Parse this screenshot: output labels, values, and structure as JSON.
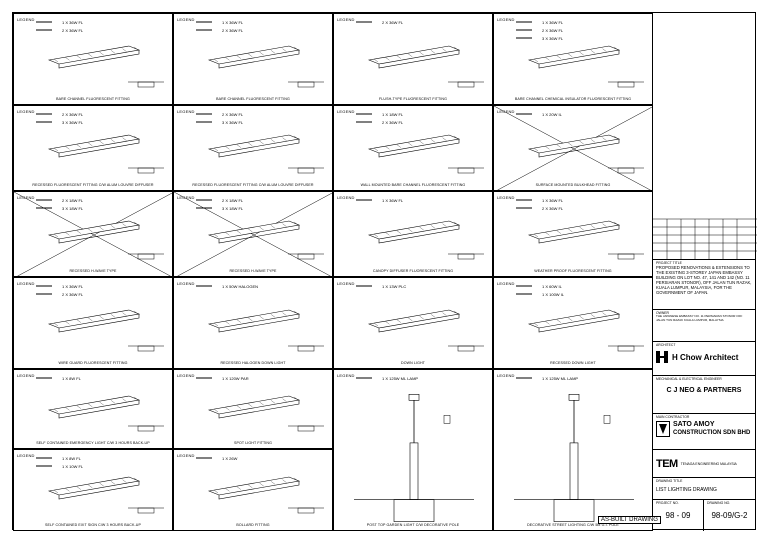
{
  "grid": {
    "legend_word": "LEGEND",
    "cells": [
      {
        "specs": [
          "1 X 36W FL",
          "2 X 36W FL"
        ],
        "caption": "BARE CHANNEL FLUORESCENT FITTING"
      },
      {
        "specs": [
          "1 X 36W FL",
          "2 X 36W FL"
        ],
        "caption": "BARE CHANNEL FLUORESCENT FITTING"
      },
      {
        "specs": [
          "2 X 36W FL"
        ],
        "caption": "FLUSH-TYPE FLUORESCENT FITTING"
      },
      {
        "specs": [
          "1 X 36W FL",
          "2 X 36W FL",
          "3 X 36W FL"
        ],
        "caption": "BARE CHANNEL CHEMICAL INSULATOR FLUORESCENT FITTING"
      },
      {
        "specs": [
          "2 X 36W FL",
          "3 X 36W FL"
        ],
        "caption": "RECESSED FLUORESCENT FITTING C/W ALUM LOUVRE DIFFUSER"
      },
      {
        "specs": [
          "2 X 36W FL",
          "3 X 36W FL"
        ],
        "caption": "RECESSED FLUORESCENT FITTING C/W ALUM LOUVRE DIFFUSER"
      },
      {
        "specs": [
          "1 X 18W FL",
          "2 X 36W FL"
        ],
        "caption": "WALL MOUNTED BARE CHANNEL FLUORESCENT FITTING"
      },
      {
        "specs": [
          "1 X 20W IL"
        ],
        "caption": "SURFACE MOUNTED BULKHEAD FITTING"
      },
      {
        "specs": [
          "2 X 18W FL",
          "3 X 18W FL"
        ],
        "caption": "RECESSED H-WAVE TYPE"
      },
      {
        "specs": [
          "2 X 18W FL",
          "3 X 18W FL"
        ],
        "caption": "RECESSED H-WAVE TYPE"
      },
      {
        "specs": [
          "1 X 36W FL"
        ],
        "caption": "CANOPY DIFFUSER FLUORESCENT FITTING"
      },
      {
        "specs": [
          "1 X 36W FL",
          "2 X 36W FL"
        ],
        "caption": "WEATHER PROOF FLUORESCENT FITTING"
      },
      {
        "specs": [
          "1 X 36W FL",
          "2 X 36W FL"
        ],
        "caption": "WIRE GUARD FLUORESCENT FITTING"
      },
      {
        "specs": [
          "1 X 50W HALOGEN"
        ],
        "caption": "RECESSED HALOGEN DOWN LIGHT"
      },
      {
        "specs": [
          "1 X 13W PLC"
        ],
        "caption": "DOWN LIGHT"
      },
      {
        "specs": [
          "1 X 60W IL",
          "1 X 100W IL"
        ],
        "caption": "RECESSED DOWN LIGHT"
      },
      {
        "specs": [
          "1 X 8W FL"
        ],
        "caption": "SELF CONTAINED EMERGENCY LIGHT C/W 3 HOURS BACK-UP"
      },
      {
        "specs": [
          "1 X 120W PAR"
        ],
        "caption": "SPOT LIGHT FITTING"
      },
      {
        "specs": [
          "1 X 125W ML LAMP"
        ],
        "caption": "POST TOP GARDEN LIGHT C/W DECORATIVE POLE"
      },
      {
        "specs": [
          "1 X 125W ML LAMP"
        ],
        "caption": "DECORATIVE STREET LIGHTING C/W 5M G.I. POLE"
      },
      {
        "specs": [
          "1 X 8W FL",
          "1 X 10W FL"
        ],
        "caption": "SELF CONTAINED EXIT SIGN C/W 3 HOURS BACK-UP"
      },
      {
        "specs": [
          "1 X 26W"
        ],
        "caption": "BOLLARD FITTING"
      }
    ]
  },
  "stamp": "AS-BUILT DRAWING",
  "titleblock": {
    "project_label": "PROJECT TITLE",
    "project_title": "PROPOSED RENOVATIONS & EXTENSIONS TO THE EXISTING 3-STOREY JAPAN EMBASSY BUILDING ON LOT NO. 47, 141 AND 142 (NO. 11 PERSIARAN STONOR), OFF JALAN TUN RAZAK, KUALA LUMPUR, MALAYSIA, FOR THE GOVERNMENT OF JAPAN.",
    "owner_label": "OWNER",
    "owner": "THE JAPANESE EMBASSY NO. 11 PERSIARAN STONOR OFF JALAN TUN RAZAK KUALA LUMPUR, MALAYSIA",
    "architect_label": "ARCHITECT",
    "architect": "H Chow Architect",
    "consultant_label": "MECHANICAL & ELECTRICAL ENGINEER",
    "consultant": "C J NEO & PARTNERS",
    "contractor_label": "MAIN CONTRACTOR",
    "contractor_line1": "SATO AMOY",
    "contractor_line2": "CONSTRUCTION SDN BHD",
    "tem_logo": "TEM",
    "tem_name": "TENAGA ENGINEERING MALAYSIA",
    "drawing_label": "DRAWING TITLE",
    "drawing_title": "LIST LIGHTING DRAWING",
    "project_no_label": "PROJECT NO.",
    "project_no": "98 - 09",
    "drawing_no_label": "DRAWING NO.",
    "drawing_no": "98-09/G-2"
  }
}
